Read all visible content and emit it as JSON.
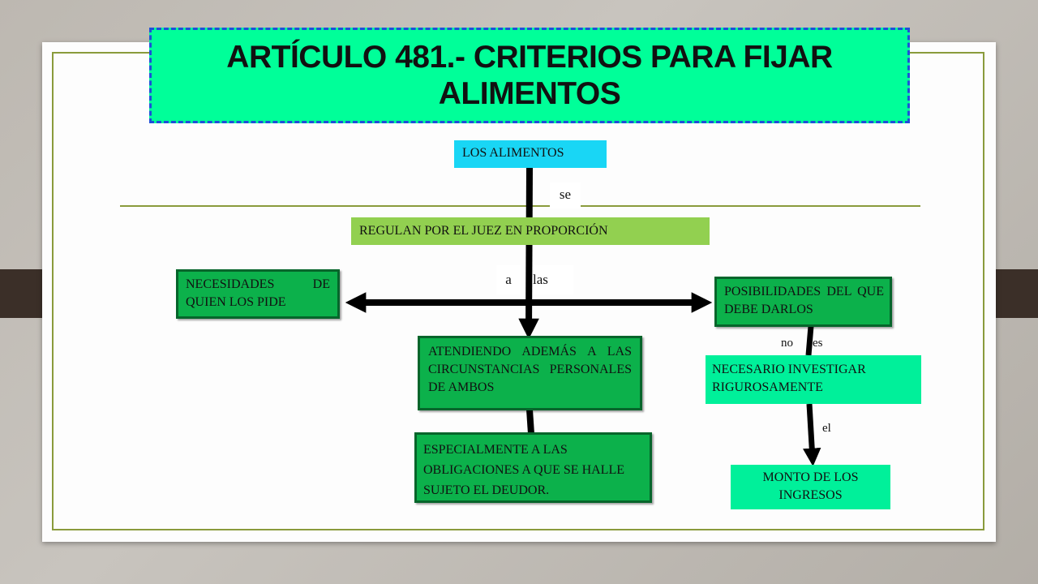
{
  "title": "ARTÍCULO 481.- CRITERIOS PARA FIJAR ALIMENTOS",
  "nodes": {
    "alimentos": "LOS ALIMENTOS",
    "regulan": "REGULAN POR EL JUEZ EN PROPORCIÓN",
    "necesidades": "NECESIDADES DE QUIEN LOS PIDE",
    "posibilidades": "POSIBILIDADES DEL QUE DEBE DARLOS",
    "atendiendo": "ATENDIENDO ADEMÁS A LAS CIRCUNSTANCIAS PERSONALES DE AMBOS",
    "especialmente": "ESPECIALMENTE A LAS OBLIGACIONES A QUE SE HALLE SUJETO EL DEUDOR.",
    "necesario": "NECESARIO INVESTIGAR RIGUROSAMENTE",
    "monto": "MONTO DE LOS INGRESOS"
  },
  "connectors": {
    "se": "se",
    "a": "a",
    "las": "las",
    "no": "no",
    "es": "es",
    "el": "el"
  },
  "colors": {
    "title_fill": "#00ff99",
    "title_border": "#1f4fd9",
    "node_cyan": "#19d6f5",
    "node_lightgreen": "#92d050",
    "node_darkgreen": "#0cb14b",
    "node_mint": "#00f09a",
    "frame_line": "#8a9b3c"
  }
}
